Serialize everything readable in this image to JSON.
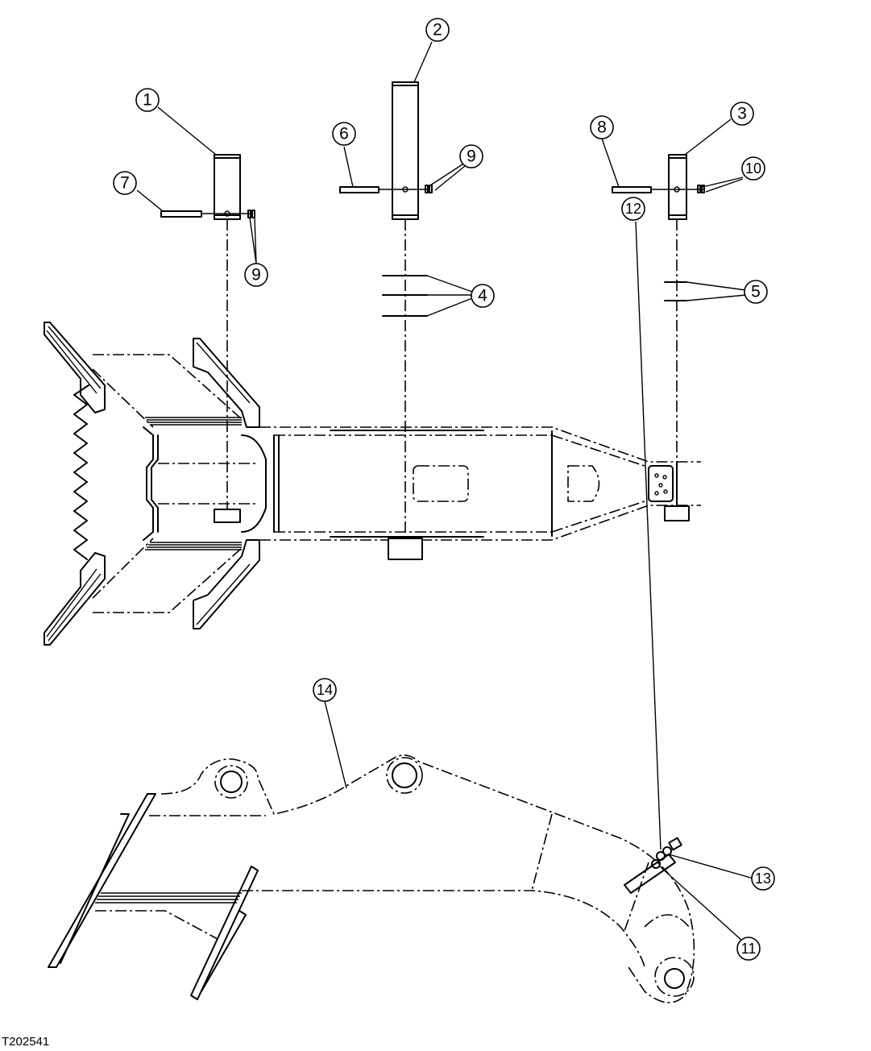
{
  "figure_ref": "T202541",
  "callouts": [
    "1",
    "2",
    "3",
    "4",
    "5",
    "6",
    "7",
    "8",
    "9",
    "9",
    "10",
    "11",
    "12",
    "13",
    "14"
  ]
}
